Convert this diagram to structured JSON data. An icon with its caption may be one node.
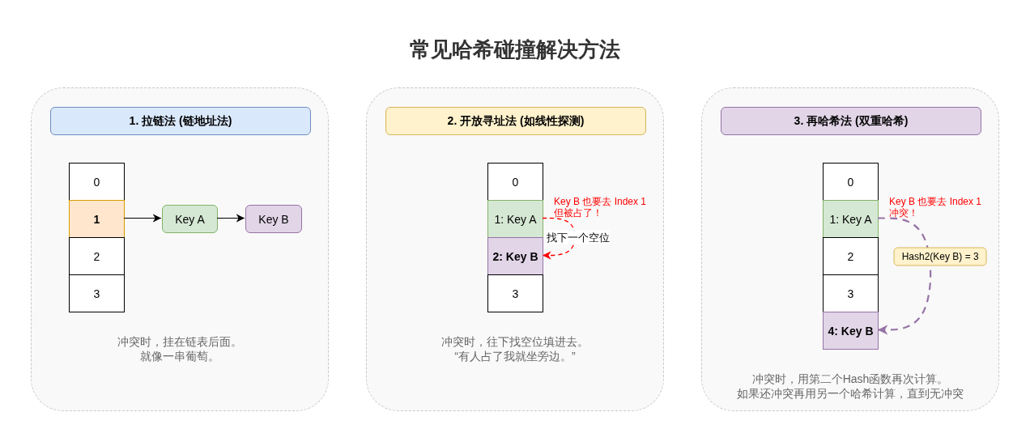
{
  "diagram": {
    "title": "常见哈希碰撞解决方法",
    "nodes": [
      {
        "text": [
          "冲突时，挂在链表后面。",
          "就像一串葡萄。"
        ]
      },
      {
        "text": [
          "1. 拉链法 (链地址法)"
        ],
        "in": 0
      },
      {
        "text": [
          "0"
        ],
        "in": 0
      },
      {
        "text": [
          "1"
        ],
        "in": 0
      },
      {
        "text": [
          "2"
        ],
        "in": 0
      },
      {
        "text": [
          "3"
        ],
        "in": 0
      },
      {
        "text": [
          "Key A"
        ],
        "in": 0
      },
      {
        "text": [
          "Key B"
        ],
        "in": 0
      },
      {
        "text": [
          "冲突时，往下找空位填进去。",
          "“有人占了我就坐旁边。”"
        ]
      },
      {
        "text": [
          "2. 开放寻址法 (如线性探测)"
        ],
        "in": 8
      },
      {
        "text": [
          "0"
        ],
        "in": 8
      },
      {
        "text": [
          "1: Key A"
        ],
        "in": 8
      },
      {
        "text": [
          "2: Key B"
        ],
        "in": 8
      },
      {
        "text": [
          "3"
        ],
        "in": 8
      },
      {
        "text": [
          "冲突时，用第二个Hash函数再次计算。",
          "如果还冲突再用另一个哈希计算，直到无冲突"
        ]
      },
      {
        "text": [
          "3. 再哈希法 (双重哈希)"
        ],
        "in": 14
      },
      {
        "text": [
          "0"
        ],
        "in": 14
      },
      {
        "text": [
          "1: Key A"
        ],
        "in": 14
      },
      {
        "text": [
          "2"
        ],
        "in": 14
      },
      {
        "text": [
          "3"
        ],
        "in": 14
      },
      {
        "text": [
          "4: Key B"
        ],
        "in": 14
      }
    ],
    "edges": [
      {
        "from": 3,
        "to": 6,
        "arrow": "to"
      },
      {
        "from": 6,
        "to": 7,
        "arrow": "to"
      },
      {
        "from": 11,
        "to": 12,
        "arrow": "to",
        "label": "找下一个空位",
        "style": "dashed",
        "color": "#ff0000"
      },
      {
        "from": 17,
        "to": 20,
        "arrow": "to",
        "label": "Hash2(Key B) = 3",
        "style": "dashed",
        "color": "#9673a6"
      }
    ],
    "labels": [
      "Key B 也要去 Index 1 但被占了！",
      "Key B 也要去 Index 1 冲突！"
    ]
  }
}
